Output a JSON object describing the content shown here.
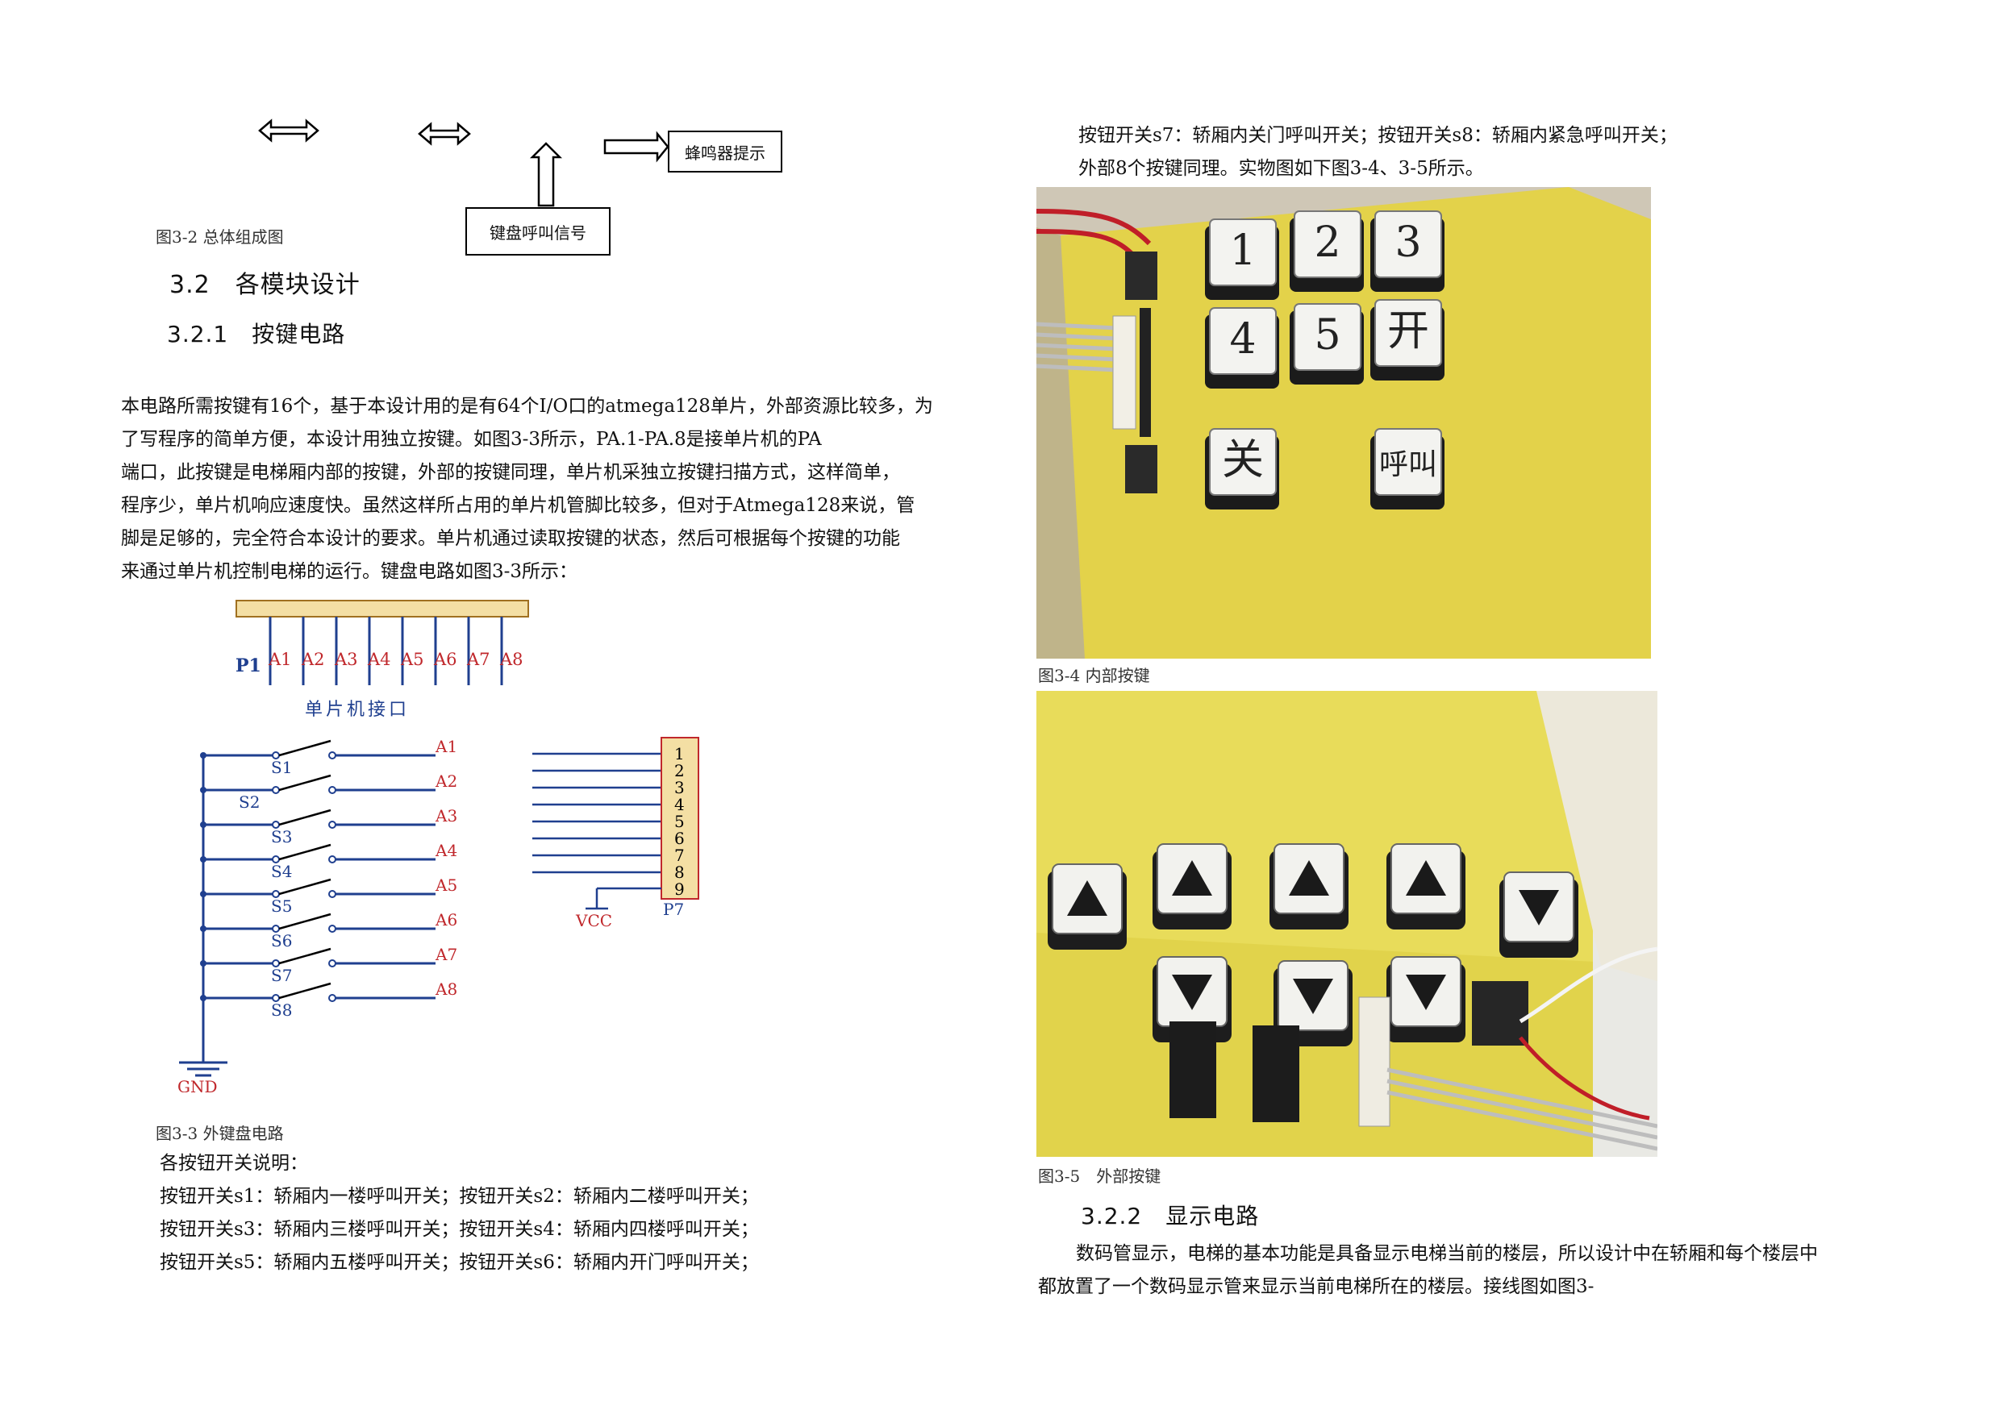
{
  "diagram_top": {
    "box_buzzer": "蜂鸣器提示",
    "box_keyboard": "键盘呼叫信号",
    "caption": "图3-2 总体组成图"
  },
  "left": {
    "heading_32": "3.2　各模块设计",
    "heading_321": "3.2.1　按键电路",
    "para_lines": [
      "本电路所需按键有16个，基于本设计用的是有64个I/O口的atmega128单片，外部资源比较多，为",
      "了写程序的简单方便，本设计用独立按键。如图3-3所示，PA.1-PA.8是接单片机的PA",
      "端口，此按键是电梯厢内部的按键，外部的按键同理，单片机采独立按键扫描方式，这样简单，",
      "程序少，单片机响应速度快。虽然这样所占用的单片机管脚比较多，但对于Atmega128来说，管",
      "脚是足够的，完全符合本设计的要求。单片机通过读取按键的状态，然后可根据每个按键的功能",
      "来通过单片机控制电梯的运行。键盘电路如图3-3所示："
    ],
    "caption_33": "图3-3 外键盘电路",
    "switch_lines": [
      "各按钮开关说明：",
      "按钮开关s1：轿厢内一楼呼叫开关；按钮开关s2：轿厢内二楼呼叫开关；",
      "按钮开关s3：轿厢内三楼呼叫开关；按钮开关s4：轿厢内四楼呼叫开关；",
      "按钮开关s5：轿厢内五楼呼叫开关；按钮开关s6：轿厢内开门呼叫开关；"
    ]
  },
  "schematic": {
    "p1_label": "P1",
    "pin_labels": [
      "A1",
      "A2",
      "A3",
      "A4",
      "A5",
      "A6",
      "A7",
      "A8"
    ],
    "mcu_label": "单片机接口",
    "switches": [
      "S1",
      "S2",
      "S3",
      "S4",
      "S5",
      "S6",
      "S7",
      "S8"
    ],
    "gnd": "GND",
    "vcc": "VCC",
    "connector_pins": [
      "1",
      "2",
      "3",
      "4",
      "5",
      "6",
      "7",
      "8",
      "9"
    ],
    "connector_label": "P7"
  },
  "right": {
    "top_lines": [
      "按钮开关s7：轿厢内关门呼叫开关；按钮开关s8：轿厢内紧急呼叫开关；",
      "外部8个按键同理。实物图如下图3-4、3-5所示。"
    ],
    "keys_inner": [
      "1",
      "2",
      "3",
      "4",
      "5",
      "开",
      "关",
      "呼叫"
    ],
    "caption_34": "图3-4 内部按键",
    "caption_35": "图3-5　外部按键",
    "heading_322": "3.2.2　显示电路",
    "para_lines": [
      "数码管显示，电梯的基本功能是具备显示电梯当前的楼层，所以设计中在轿厢和每个楼层中",
      "都放置了一个数码显示管来显示当前电梯所在的楼层。接线图如图3-"
    ]
  },
  "colors": {
    "pcb": "#e3d24a",
    "wire_blue": "#1f3f8f",
    "label_red": "#c0282c",
    "bus_fill": "#f4dfa4"
  }
}
